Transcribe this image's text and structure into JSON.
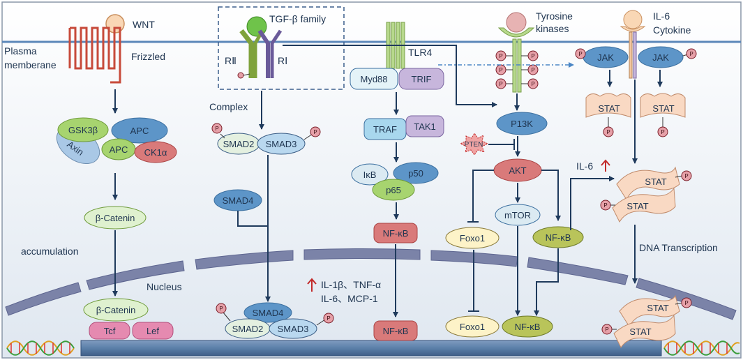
{
  "colors": {
    "membrane": "#5b87b9",
    "arrow": "#1f3a5c",
    "nucleus": "#6f789f",
    "green": "#a7d46f",
    "blue": "#5d95c8",
    "lightblue": "#cfe6f4",
    "pink": "#d97a7a",
    "cream": "#fdf3c8",
    "olive": "#b9c45a",
    "lavender": "#c7b6dc",
    "peach": "#f9d9c3",
    "red": "#c22a2a"
  },
  "labels": {
    "wnt": "WNT",
    "frizzled": "Frizzled",
    "plasma1": "Plasma",
    "plasma2": "memberane",
    "tgf": "TGF-β family",
    "r2": "RⅡ",
    "r1": "RⅠ",
    "tlr4": "TLR4",
    "tyr1": "Tyrosine",
    "tyr2": "kinases",
    "il6a": "IL-6",
    "il6b": "Cytokine",
    "complex": "Complex",
    "accumulation": "accumulation",
    "nucleus": "Nucleus",
    "il6up": "IL-6",
    "dna": "DNA Transcription",
    "cyto1": "IL-1β、TNF-α",
    "cyto2": "IL-6、MCP-1"
  },
  "nodes": {
    "gsk3b": "GSK3β",
    "apc1": "APC",
    "apc2": "APC",
    "axin": "Axin",
    "ck1a": "CK1α",
    "bcat1": "β-Catenin",
    "bcat2": "β-Catenin",
    "tcf": "Tcf",
    "lef": "Lef",
    "smad2a": "SMAD2",
    "smad3a": "SMAD3",
    "smad4a": "SMAD4",
    "smad4b": "SMAD4",
    "smad2b": "SMAD2",
    "smad3b": "SMAD3",
    "myd88": "Myd88",
    "trif": "TRIF",
    "traf": "TRAF",
    "tak1": "TAK1",
    "ikb": "IκB",
    "p50": "p50",
    "p65": "p65",
    "nfkb1": "NF-κB",
    "nfkb2": "NF-κB",
    "pten": "PTEN",
    "p13k": "P13K",
    "akt": "AKT",
    "mtor": "mTOR",
    "foxo1a": "Foxo1",
    "foxo1b": "Foxo1",
    "nfkb3": "NF-κB",
    "nfkb4": "NF-κB",
    "jak1": "JAK",
    "jak2": "JAK",
    "stat1": "STAT",
    "stat2": "STAT",
    "stat3": "STAT",
    "stat4": "STAT",
    "stat5": "STAT",
    "stat6": "STAT",
    "p": "P"
  }
}
